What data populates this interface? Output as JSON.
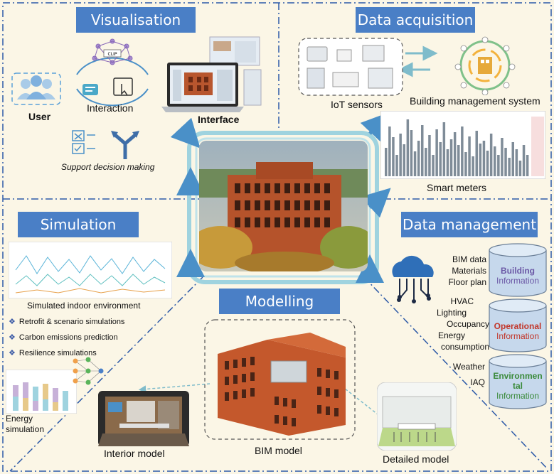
{
  "visualisation": {
    "title": "Visualisation",
    "user": "User",
    "interaction": "Interaction",
    "interface": "Interface",
    "support": "Support decision making",
    "screen_chip": "CLIP"
  },
  "data_acquisition": {
    "title": "Data acquisition",
    "iot": "IoT sensors",
    "bms": "Building management system",
    "smart_meters": "Smart meters"
  },
  "simulation": {
    "title": "Simulation",
    "indoor": "Simulated indoor environment",
    "bullets": [
      "Retrofit & scenario simulations",
      "Carbon emissions prediction",
      "Resilience simulations"
    ],
    "energy_line1": "Energy",
    "energy_line2": "simulation"
  },
  "data_management": {
    "title": "Data management",
    "group1": [
      "BIM data",
      "Materials",
      "Floor plan"
    ],
    "group2": [
      "HVAC",
      "Lighting",
      "Occupancy",
      "Energy",
      "consumption"
    ],
    "group3": [
      "Weather",
      "IAQ"
    ],
    "building_info": [
      "Building",
      "Information"
    ],
    "operational_info": [
      "Operational",
      "Information"
    ],
    "environmental_info": [
      "Environmen",
      "tal",
      "Information"
    ]
  },
  "modelling": {
    "title": "Modelling",
    "bim": "BIM model",
    "interior": "Interior model",
    "detailed": "Detailed  model"
  },
  "colors": {
    "title_bg": "#4a7fc6",
    "background": "#fbf6e6",
    "frame": "#9fd3df",
    "dash": "#2d5aa8",
    "building_label": "#6b58a6",
    "operational_label": "#c2372b",
    "environmental_label": "#3a8a3a"
  }
}
